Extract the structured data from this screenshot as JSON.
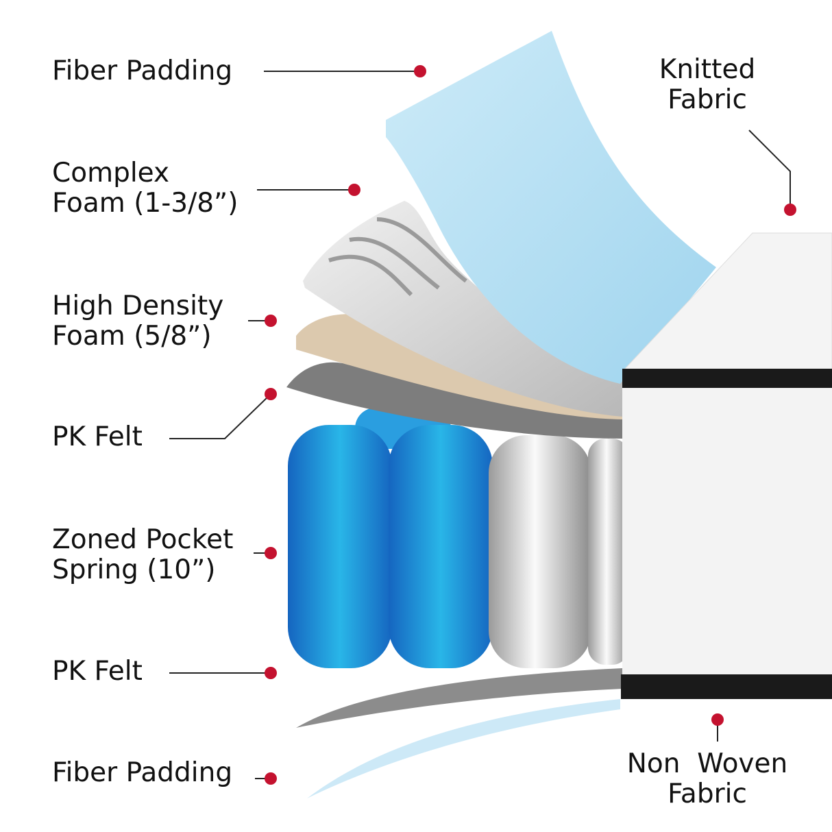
{
  "colors": {
    "marker": "#c4122f",
    "leader": "#222222",
    "blue_layer": "#bfe4f5",
    "spring_blue": "#1e8fd8",
    "felt": "#8a8a8a",
    "band": "#1a1a1a"
  },
  "labels": {
    "fiber_padding_top": [
      "Fiber Padding"
    ],
    "complex_foam": [
      "Complex",
      "Foam (1-3/8”)"
    ],
    "high_density_foam": [
      "High Density",
      "Foam (5/8”)"
    ],
    "pk_felt_top": [
      "PK Felt"
    ],
    "zoned_pocket_spring": [
      "Zoned Pocket",
      "Spring (10”)"
    ],
    "pk_felt_bottom": [
      "PK Felt"
    ],
    "fiber_padding_bottom": [
      "Fiber Padding"
    ],
    "knitted_fabric": [
      "Knitted",
      "Fabric"
    ],
    "non_woven_fabric": [
      "Non  Woven",
      "Fabric"
    ]
  }
}
